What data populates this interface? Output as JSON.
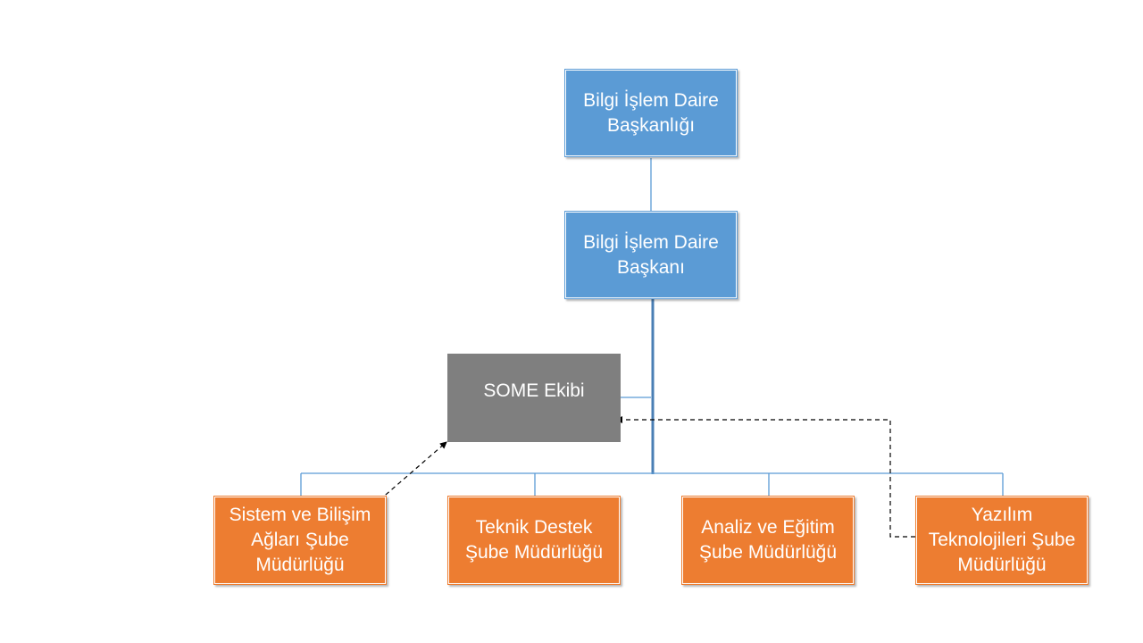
{
  "diagram": {
    "type": "organization-chart",
    "colors": {
      "level_top": "#5b9bd5",
      "staff_unit": "#7f7f7f",
      "branches": "#ed7d31",
      "connector": "#5b9bd5",
      "dashed_arrow": "#000000"
    },
    "nodes": {
      "top": {
        "label": "Bilgi İşlem Daire Başkanlığı"
      },
      "head": {
        "label": "Bilgi İşlem Daire Başkanı"
      },
      "some": {
        "label": "SOME Ekibi"
      },
      "sistem": {
        "label": "Sistem ve Bilişim Ağları Şube Müdürlüğü"
      },
      "teknik": {
        "label": "Teknik Destek Şube Müdürlüğü"
      },
      "analiz": {
        "label": "Analiz ve Eğitim Şube Müdürlüğü"
      },
      "yazilim": {
        "label": "Yazılım Teknolojileri Şube Müdürlüğü"
      }
    },
    "edges": [
      {
        "from": "top",
        "to": "head",
        "style": "solid"
      },
      {
        "from": "head",
        "to": "some",
        "style": "solid"
      },
      {
        "from": "head",
        "to": "sistem",
        "style": "solid"
      },
      {
        "from": "head",
        "to": "teknik",
        "style": "solid"
      },
      {
        "from": "head",
        "to": "analiz",
        "style": "solid"
      },
      {
        "from": "head",
        "to": "yazilim",
        "style": "solid"
      },
      {
        "from": "sistem",
        "to": "some",
        "style": "dashed-arrow"
      },
      {
        "from": "yazilim",
        "to": "some",
        "style": "dashed-arrow"
      }
    ]
  }
}
